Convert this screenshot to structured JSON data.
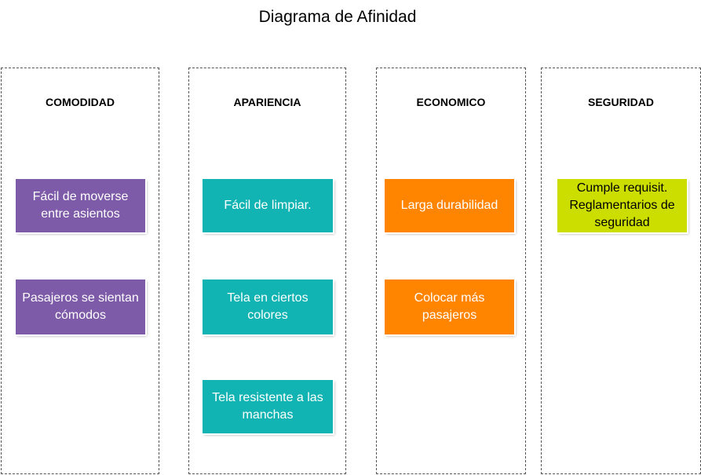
{
  "title": "Diagrama de Afinidad",
  "columns": [
    {
      "heading": "COMODIDAD",
      "color": "#7e5ba8",
      "cards": [
        "Fácil de moverse entre asientos",
        "Pasajeros se sientan cómodos"
      ]
    },
    {
      "heading": "APARIENCIA",
      "color": "#12b3b3",
      "cards": [
        "Fácil de limpiar.",
        "Tela en ciertos colores",
        "Tela resistente a las manchas"
      ]
    },
    {
      "heading": "ECONOMICO",
      "color": "#ff8400",
      "cards": [
        "Larga durabilidad",
        "Colocar más pasajeros"
      ]
    },
    {
      "heading": "SEGURIDAD",
      "color": "#ccdd00",
      "cards": [
        "Cumple  requisit. Reglamentarios de seguridad"
      ]
    }
  ]
}
